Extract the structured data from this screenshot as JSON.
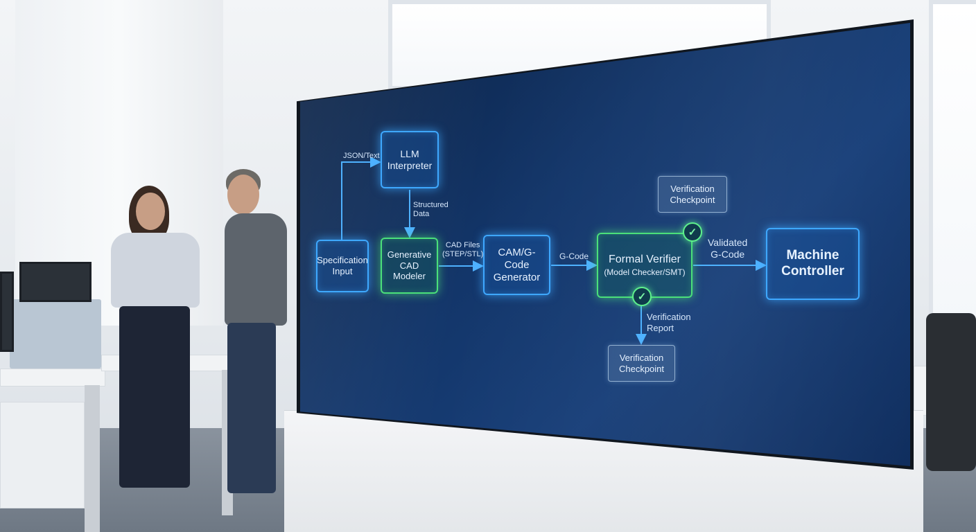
{
  "diagram": {
    "nodes": {
      "llm": "LLM\nInterpreter",
      "spec": "Specification\nInput",
      "cad": "Generative\nCAD Modeler",
      "cam": "CAM/G-Code\nGenerator",
      "verifier_title": "Formal Verifier",
      "verifier_sub": "(Model Checker/SMT)",
      "machine": "Machine\nController",
      "checkpoint_top": "Verification\nCheckpoint",
      "checkpoint_bottom": "Verification\nCheckpoint"
    },
    "edges": {
      "json_text": "JSON/Text",
      "structured_data": "Structured\nData",
      "cad_files": "CAD Files\n(STEP/STL)",
      "g_code": "G-Code",
      "validated_g_code": "Validated\nG-Code",
      "verification_report": "Verification\nReport"
    },
    "check_glyph": "✓",
    "colors": {
      "blue_node": "#3ea8ff",
      "green_node": "#4be07a",
      "screen_bg": "#13366a",
      "arrow": "#4fb2ff"
    }
  }
}
